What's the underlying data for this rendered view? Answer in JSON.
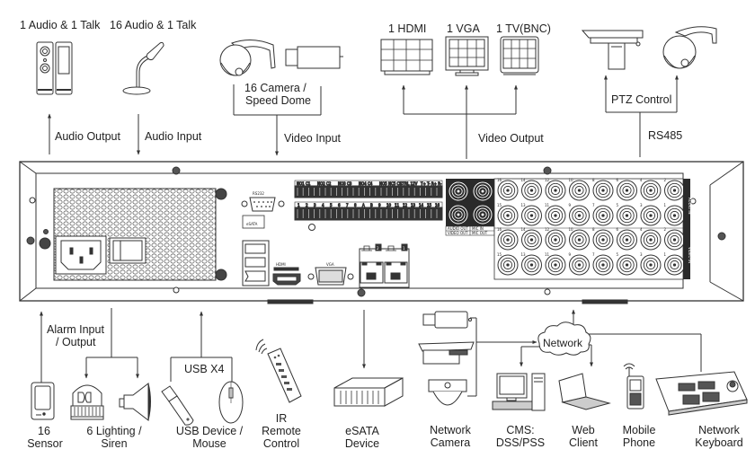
{
  "title": "DVR rear panel connection diagram",
  "top": {
    "audio_output_device": "1 Audio  & 1 Talk",
    "audio_input_device": "16 Audio & 1 Talk",
    "camera_device": [
      "16 Camera /",
      "Speed Dome"
    ],
    "monitors": [
      "1 HDMI",
      "1 VGA",
      "1 TV(BNC)"
    ],
    "ptz_label": "PTZ Control",
    "audio_output_label": "Audio  Output",
    "audio_input_label": "Audio  Input",
    "video_input_label": "Video Input",
    "video_output_label": "Video Output",
    "rs485_label": "RS485"
  },
  "panel": {
    "rs232_label": "RS232",
    "esata_label": "eSATA",
    "hdmi_label": "HDMI",
    "vga_label": "VGA",
    "lan_ports": [
      "2",
      "1"
    ],
    "audio_out_label": "AUDIO OUT",
    "video_out_label": "VIDEO OUT",
    "mic_in_label": "MIC IN",
    "mic_out_label": "MIC OUT",
    "audio_in_label": "AUDIO IN",
    "video_in_label": "VIDEO IN",
    "bnc_numbers_row1": [
      "16",
      "14",
      "12",
      "10",
      "8",
      "6",
      "4",
      "2"
    ],
    "bnc_numbers_row2": [
      "15",
      "13",
      "11",
      "9",
      "7",
      "5",
      "3",
      "1"
    ],
    "alarm_top_labels": [
      "NO1 C1",
      "NO2 C2",
      "NO3 C3",
      "NO4 C4",
      "NO5 NC5 C5",
      "CTRL 12V",
      "T+ T- R+ R-"
    ],
    "alarm_bottom_labels": [
      "1",
      "2",
      "3",
      "4",
      "5",
      "6",
      "7",
      "8",
      "A",
      "B",
      "9",
      "10",
      "11",
      "12",
      "13",
      "14",
      "15",
      "16"
    ]
  },
  "bottom": {
    "alarm_label": [
      "Alarm Input",
      "/ Output"
    ],
    "usb_label": "USB X4",
    "network_label": "Network",
    "devices": [
      {
        "id": "sensor",
        "label": [
          "16",
          "Sensor"
        ]
      },
      {
        "id": "lighting",
        "label": [
          "6 Lighting /",
          "Siren"
        ]
      },
      {
        "id": "usb",
        "label": [
          "USB Device /",
          "Mouse"
        ]
      },
      {
        "id": "ir",
        "label": [
          "IR",
          "Remote",
          "Control"
        ]
      },
      {
        "id": "esata",
        "label": [
          "eSATA",
          "Device"
        ]
      },
      {
        "id": "netcam",
        "label": [
          "Network",
          "Camera"
        ]
      },
      {
        "id": "cms",
        "label": [
          "CMS:",
          "DSS/PSS"
        ]
      },
      {
        "id": "web",
        "label": [
          "Web",
          "Client"
        ]
      },
      {
        "id": "mobile",
        "label": [
          "Mobile",
          "Phone"
        ]
      },
      {
        "id": "keyboard",
        "label": [
          "Network",
          "Keyboard"
        ]
      }
    ]
  },
  "colors": {
    "line": "#333333",
    "panel_dark": "#2a2a2a",
    "background": "#ffffff"
  }
}
